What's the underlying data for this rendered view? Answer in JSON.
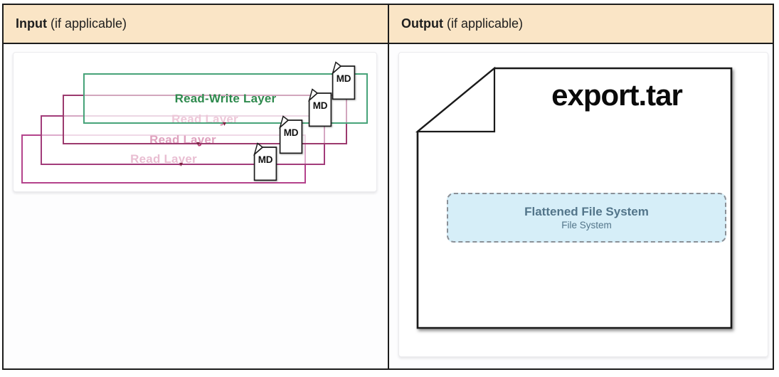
{
  "header": {
    "input_title": "Input",
    "input_suffix": " (if applicable)",
    "output_title": "Output",
    "output_suffix": " (if applicable)"
  },
  "input_diagram": {
    "layers": [
      {
        "label": "Read-Write Layer"
      },
      {
        "label": "Read Layer"
      },
      {
        "label": "Read Layer"
      },
      {
        "label": "Read Layer"
      }
    ],
    "md_label": "MD",
    "pointer_glyph": "▾"
  },
  "output_diagram": {
    "file_name": "export.tar",
    "flattened_box": {
      "title": "Flattened File System",
      "subtitle": "File System"
    }
  },
  "colors": {
    "header-bg": "#FAE5C6",
    "table-border": "#1c1c1c",
    "rw-border": "#47A379",
    "rw-text": "#2F8A4E",
    "read-border": "#9C3A6E",
    "read-border-2": "#A23C7A",
    "read-border-3": "#B4438C",
    "read-text-1": "#D884A8",
    "read-text-2": "#B82F6F",
    "read-text-3": "#CE6F9B",
    "pointer-color": "#7E2040",
    "doc-border": "#1a1a1a",
    "flat-box-bg": "#D6EEF8",
    "flat-box-border": "#8a9097",
    "flat-box-text": "#53758A"
  }
}
